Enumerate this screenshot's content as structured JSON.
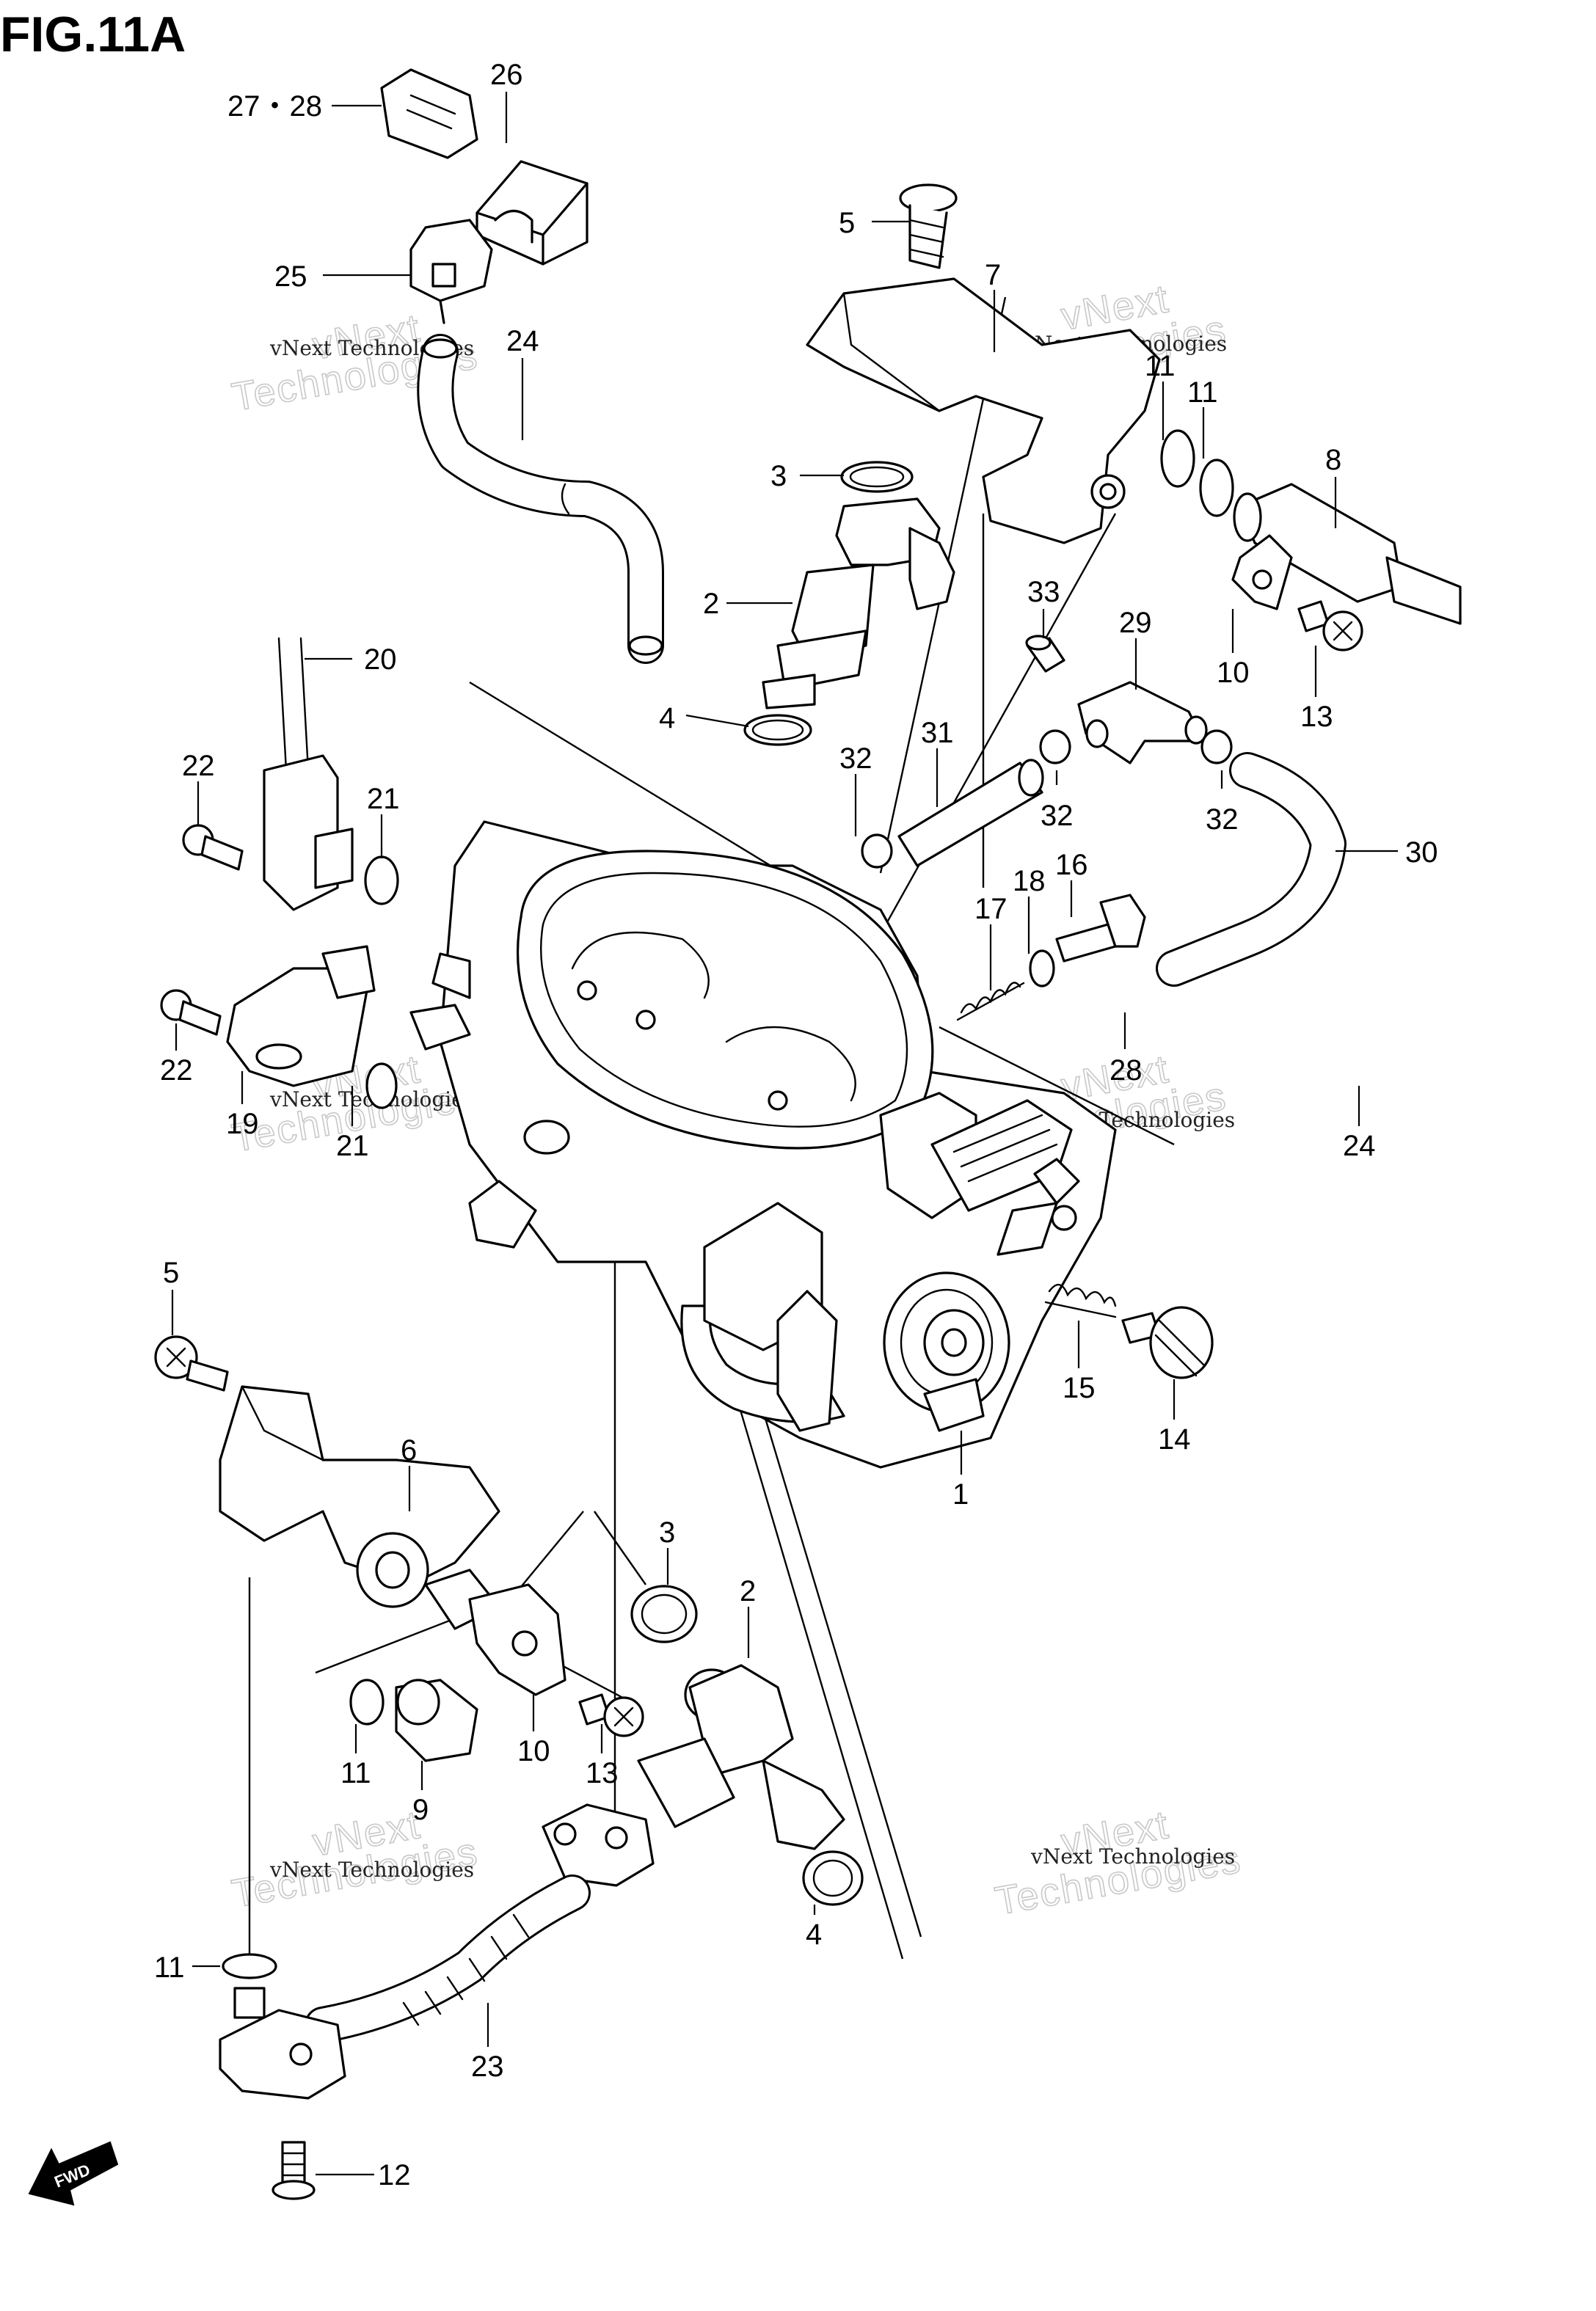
{
  "figure": {
    "title": "FIG.11A",
    "fwd_label": "FWD"
  },
  "watermark": {
    "line_small": "vNext Technologies",
    "line_big_1": "vNext",
    "line_big_2": "Technologies"
  },
  "callouts": [
    {
      "id": "c-27-28",
      "label": "27・28"
    },
    {
      "id": "c-26",
      "label": "26"
    },
    {
      "id": "c-25",
      "label": "25"
    },
    {
      "id": "c-24a",
      "label": "24"
    },
    {
      "id": "c-5a",
      "label": "5"
    },
    {
      "id": "c-7",
      "label": "7"
    },
    {
      "id": "c-11a",
      "label": "11"
    },
    {
      "id": "c-11b",
      "label": "11"
    },
    {
      "id": "c-8",
      "label": "8"
    },
    {
      "id": "c-3a",
      "label": "3"
    },
    {
      "id": "c-2a",
      "label": "2"
    },
    {
      "id": "c-4a",
      "label": "4"
    },
    {
      "id": "c-33",
      "label": "33"
    },
    {
      "id": "c-29",
      "label": "29"
    },
    {
      "id": "c-10a",
      "label": "10"
    },
    {
      "id": "c-13a",
      "label": "13"
    },
    {
      "id": "c-20",
      "label": "20"
    },
    {
      "id": "c-22a",
      "label": "22"
    },
    {
      "id": "c-21a",
      "label": "21"
    },
    {
      "id": "c-31",
      "label": "31"
    },
    {
      "id": "c-32a",
      "label": "32"
    },
    {
      "id": "c-32b",
      "label": "32"
    },
    {
      "id": "c-32c",
      "label": "32"
    },
    {
      "id": "c-30",
      "label": "30"
    },
    {
      "id": "c-17",
      "label": "17"
    },
    {
      "id": "c-18",
      "label": "18"
    },
    {
      "id": "c-16",
      "label": "16"
    },
    {
      "id": "c-22b",
      "label": "22"
    },
    {
      "id": "c-19",
      "label": "19"
    },
    {
      "id": "c-21b",
      "label": "21"
    },
    {
      "id": "c-28",
      "label": "28"
    },
    {
      "id": "c-24b",
      "label": "24"
    },
    {
      "id": "c-5b",
      "label": "5"
    },
    {
      "id": "c-6",
      "label": "6"
    },
    {
      "id": "c-15",
      "label": "15"
    },
    {
      "id": "c-14",
      "label": "14"
    },
    {
      "id": "c-1",
      "label": "1"
    },
    {
      "id": "c-3b",
      "label": "3"
    },
    {
      "id": "c-2b",
      "label": "2"
    },
    {
      "id": "c-11c",
      "label": "11"
    },
    {
      "id": "c-9",
      "label": "9"
    },
    {
      "id": "c-10b",
      "label": "10"
    },
    {
      "id": "c-13b",
      "label": "13"
    },
    {
      "id": "c-4b",
      "label": "4"
    },
    {
      "id": "c-11d",
      "label": "11"
    },
    {
      "id": "c-23",
      "label": "23"
    },
    {
      "id": "c-12",
      "label": "12"
    }
  ]
}
